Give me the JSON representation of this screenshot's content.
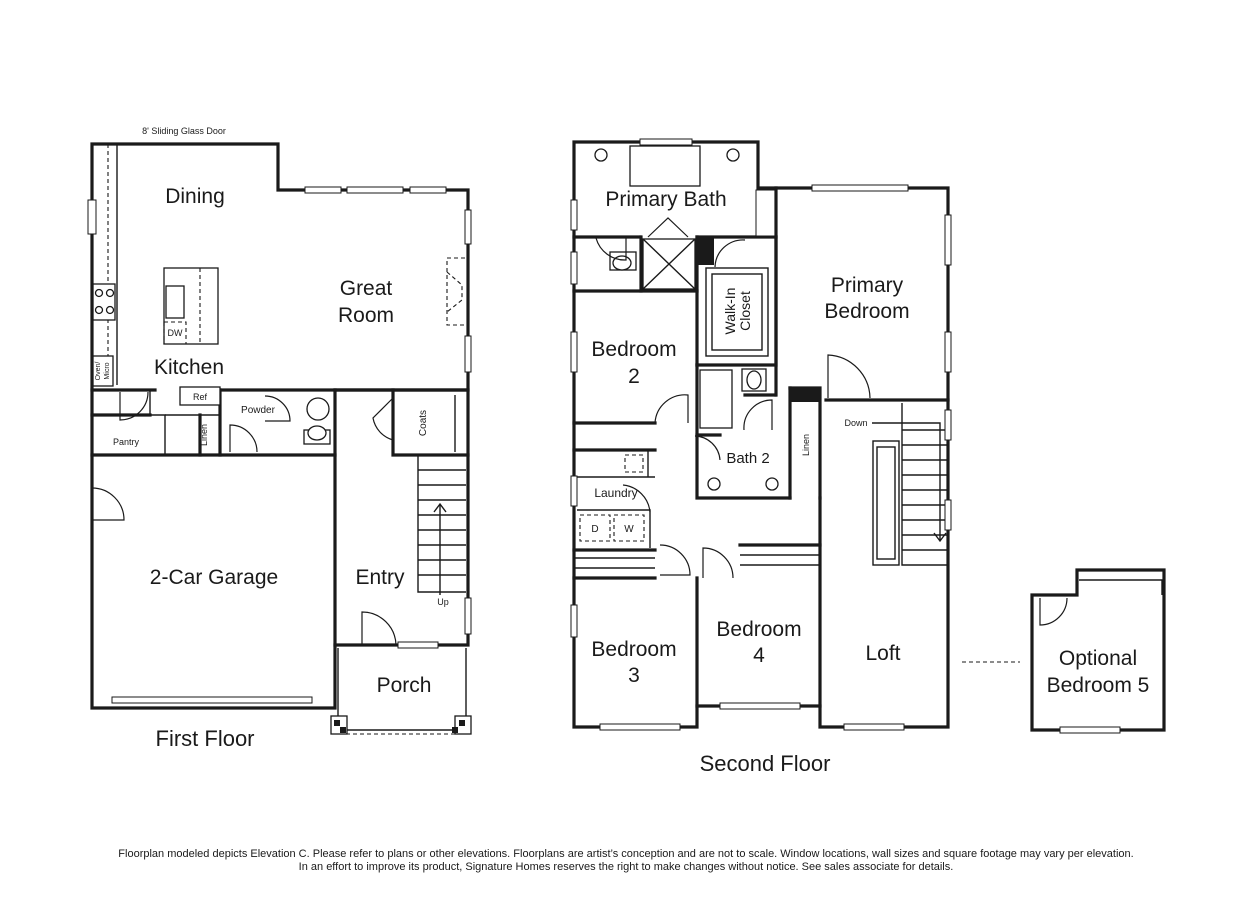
{
  "first_floor": {
    "title": "First Floor",
    "rooms": {
      "dining": "Dining",
      "great_room_line1": "Great",
      "great_room_line2": "Room",
      "kitchen": "Kitchen",
      "pantry": "Pantry",
      "powder": "Powder",
      "linen": "Linen",
      "coats": "Coats",
      "garage": "2-Car Garage",
      "entry": "Entry",
      "porch": "Porch"
    },
    "labels": {
      "sliding_door": "8' Sliding Glass Door",
      "dishwasher": "DW",
      "refrigerator": "Ref",
      "oven_micro_line1": "Oven/",
      "oven_micro_line2": "Micro",
      "stairs_up": "Up"
    }
  },
  "second_floor": {
    "title": "Second Floor",
    "rooms": {
      "primary_bath": "Primary Bath",
      "primary_bedroom_line1": "Primary",
      "primary_bedroom_line2": "Bedroom",
      "walk_in_closet_line1": "Walk-In",
      "walk_in_closet_line2": "Closet",
      "bedroom2_line1": "Bedroom",
      "bedroom2_line2": "2",
      "bath2": "Bath 2",
      "linen": "Linen",
      "laundry": "Laundry",
      "dryer": "D",
      "washer": "W",
      "bedroom3_line1": "Bedroom",
      "bedroom3_line2": "3",
      "bedroom4_line1": "Bedroom",
      "bedroom4_line2": "4",
      "loft": "Loft",
      "stairs_down": "Down"
    },
    "optional": {
      "line1": "Optional",
      "line2": "Bedroom 5"
    }
  },
  "disclaimer": {
    "line1": "Floorplan modeled depicts Elevation C. Please refer to plans or other elevations. Floorplans are artist’s conception and are not to scale. Window locations, wall sizes and square footage may vary per elevation.",
    "line2": "In an effort to improve its product, Signature Homes reserves the right to make changes without notice. See sales associate for details."
  }
}
